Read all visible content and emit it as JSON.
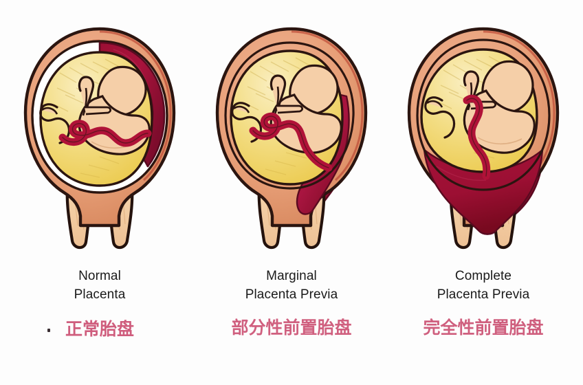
{
  "page": {
    "background_color": "#fdfdfd",
    "title": "Placenta Previa Types Medical Illustration"
  },
  "palette": {
    "uterus_wall": "#e8a079",
    "uterus_wall_dark": "#d98a63",
    "uterus_outline": "#2b1510",
    "uterus_outline_red": "#b8412f",
    "placenta": "#9e1038",
    "placenta_dark": "#7d0c2c",
    "amniotic_fluid": "#f0d463",
    "amniotic_fluid_light": "#f7e9a8",
    "fetus_skin": "#f5cfa8",
    "cord": "#b01238",
    "cervix": "#f3cda3",
    "label_en": "#1a1a1a",
    "label_cn": "#cf5d7d"
  },
  "figures": [
    {
      "id": "normal-placenta",
      "label_en_line1": "Normal",
      "label_en_line2": "Placenta",
      "label_cn": "正常胎盘",
      "has_bullet_dot": true,
      "placenta_position": "upper-right fundal wall, away from cervix",
      "placenta_type": "normal"
    },
    {
      "id": "marginal-placenta-previa",
      "label_en_line1": "Marginal",
      "label_en_line2": "Placenta Previa",
      "label_cn": "部分性前置胎盘",
      "has_bullet_dot": false,
      "placenta_position": "right lateral wall extending down to the margin of the internal cervical os",
      "placenta_type": "marginal"
    },
    {
      "id": "complete-placenta-previa",
      "label_en_line1": "Complete",
      "label_en_line2": "Placenta Previa",
      "label_cn": "完全性前置胎盘",
      "has_bullet_dot": false,
      "placenta_position": "lower uterine segment completely covering the internal cervical os",
      "placenta_type": "complete"
    }
  ],
  "anatomy_legend": {
    "uterus_wall": "Uterine wall (myometrium)",
    "amniotic_sac": "Amniotic sac with amniotic fluid",
    "fetus": "Fetus",
    "umbilical_cord": "Umbilical cord",
    "placenta": "Placenta",
    "cervix": "Cervix / cervical canal"
  }
}
